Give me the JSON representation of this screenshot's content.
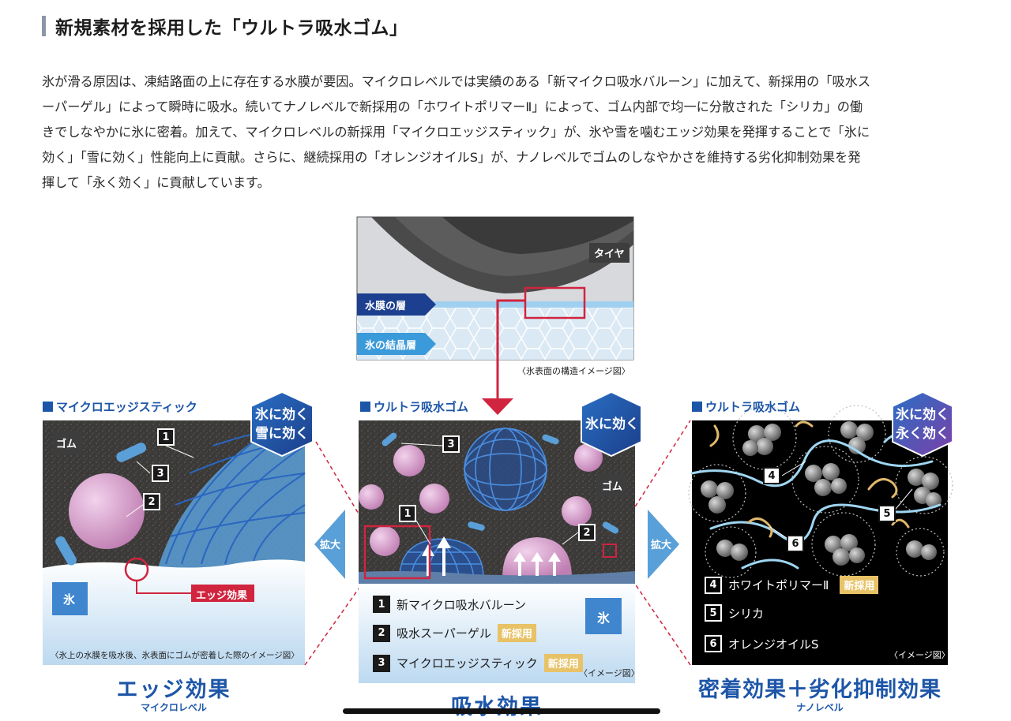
{
  "heading": "新規素材を採用した「ウルトラ吸水ゴム」",
  "paragraph": [
    "氷が滑る原因は、凍結路面の上に存在する水膜が要因。マイクロレベルでは実績のある「新マイクロ吸水バルーン」に加えて、新採用の「吸水ス",
    "ーパーゲル」によって瞬時に吸水。続いてナノレベルで新採用の「ホワイトポリマーⅡ」によって、ゴム内部で均一に分散された「シリカ」の働",
    "きでしなやかに氷に密着。加えて、マイクロレベルの新採用「マイクロエッジスティック」が、氷や雪を噛むエッジ効果を発揮することで「氷に",
    "効く」「雪に効く」性能向上に貢献。さらに、継続採用の「オレンジオイルS」が、ナノレベルでゴムのしなやかさを維持する劣化抑制効果を発",
    "揮して「永く効く」に貢献しています。"
  ],
  "top_diagram": {
    "tire_label": "タイヤ",
    "water_layer": "水膜の層",
    "ice_layer": "氷の結晶層",
    "caption": "〈氷表面の構造イメージ図〉"
  },
  "left_panel": {
    "section": "マイクロエッジスティック",
    "hex": [
      "氷に効く",
      "雪に効く"
    ],
    "rubber": "ゴム",
    "ice": "氷",
    "edge_label": "エッジ効果",
    "caption": "〈氷上の水膜を吸水後、氷表面にゴムが密着した際のイメージ図〉",
    "nums": [
      "1",
      "2",
      "3"
    ],
    "title": "エッジ効果",
    "subtitle": "マイクロレベル"
  },
  "center_panel": {
    "section": "ウルトラ吸水ゴム",
    "hex": "氷に効く",
    "rubber": "ゴム",
    "ice": "氷",
    "nums": [
      "1",
      "2",
      "3"
    ],
    "legend": [
      {
        "num": "1",
        "label": "新マイクロ吸水バルーン",
        "tag": ""
      },
      {
        "num": "2",
        "label": "吸水スーパーゲル",
        "tag": "新採用"
      },
      {
        "num": "3",
        "label": "マイクロエッジスティック",
        "tag": "新採用"
      }
    ],
    "caption": "〈イメージ図〉",
    "title": "吸水効果"
  },
  "right_panel": {
    "section": "ウルトラ吸水ゴム",
    "hex": [
      "氷に効く",
      "永く効く"
    ],
    "nums": [
      "4",
      "5",
      "6"
    ],
    "legend": [
      {
        "num": "4",
        "label": "ホワイトポリマーⅡ",
        "tag": "新採用"
      },
      {
        "num": "5",
        "label": "シリカ",
        "tag": ""
      },
      {
        "num": "6",
        "label": "オレンジオイルS",
        "tag": ""
      }
    ],
    "caption": "〈イメージ図〉",
    "title": "密着効果＋劣化抑制効果",
    "subtitle": "ナノレベル"
  },
  "zoom_label": "拡大",
  "colors": {
    "brand_blue": "#1d56a8",
    "accent_red": "#d0243f",
    "new_tag": "#e8c267",
    "balloon_pink": "#d9a3cf",
    "light_blue": "#3f86cf"
  }
}
